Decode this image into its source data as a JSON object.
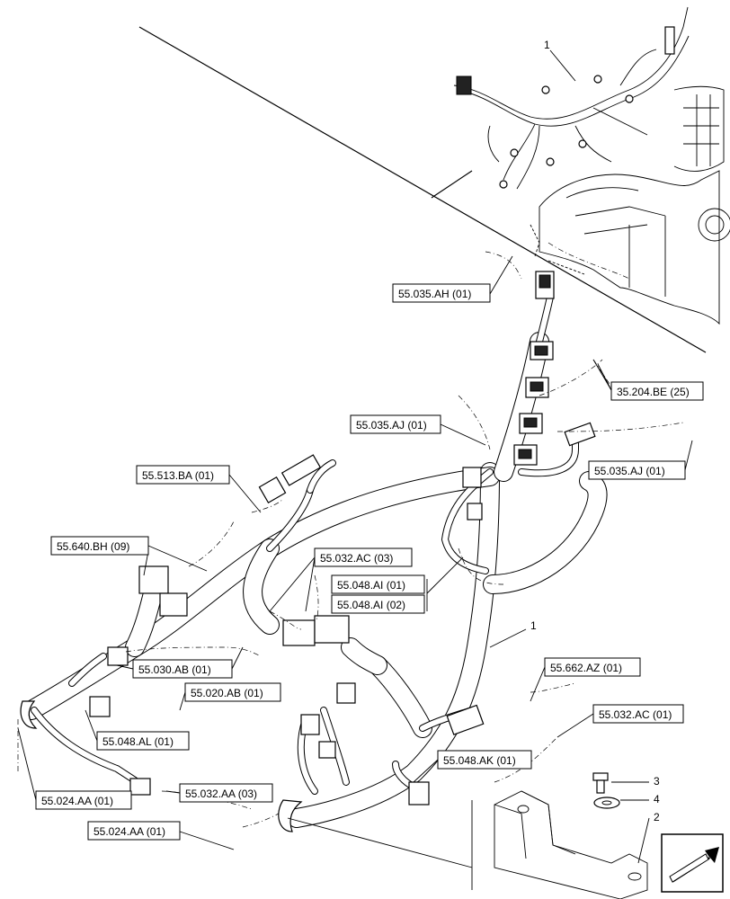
{
  "callouts": {
    "c1": "55.035.AH (01)",
    "c2": "35.204.BE (25)",
    "c3": "55.035.AJ (01)",
    "c4": "55.035.AJ (01)",
    "c5": "55.513.BA (01)",
    "c6": "55.640.BH (09)",
    "c7": "55.032.AC (03)",
    "c8": "55.048.AI (01)",
    "c9": "55.048.AI (02)",
    "c10": "55.030.AB (01)",
    "c11": "55.020.AB (01)",
    "c12": "55.662.AZ (01)",
    "c13": "55.032.AC (01)",
    "c14": "55.048.AL (01)",
    "c15": "55.048.AK (01)",
    "c16": "55.024.AA (01)",
    "c17": "55.032.AA (03)",
    "c18": "55.024.AA (01)"
  },
  "items": {
    "harness_top": "1",
    "harness_main": "1",
    "bolt": "3",
    "washer": "4",
    "bracket": "2"
  },
  "icons": {
    "nav": "next-page-arrow-icon"
  }
}
